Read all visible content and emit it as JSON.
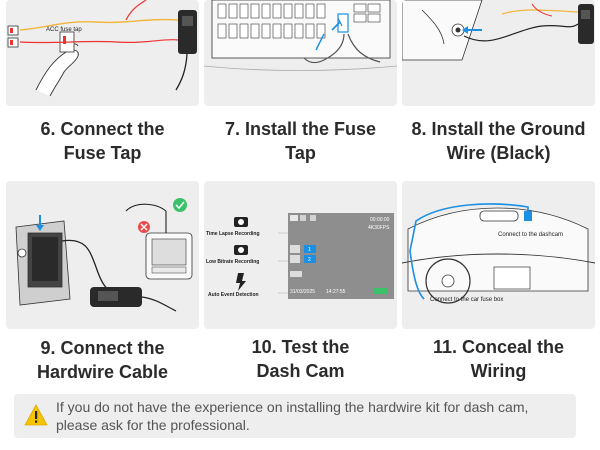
{
  "panels": [
    {
      "caption_line1": "6. Connect the",
      "caption_line2": "Fuse Tap",
      "label": "ACC fuse tap"
    },
    {
      "caption_line1": "7. Install the Fuse",
      "caption_line2": "Tap"
    },
    {
      "caption_line1": "8. Install the Ground",
      "caption_line2": "Wire (Black)"
    },
    {
      "caption_line1": "9. Connect the",
      "caption_line2": "Hardwire Cable"
    },
    {
      "caption_line1": "10. Test the",
      "caption_line2": "Dash Cam",
      "modes": [
        "Time Lapse Recording",
        "Low Bitrate Recording",
        "Auto Event Detection"
      ],
      "screen": {
        "time_counter": "00:00:00",
        "resolution": "4K30FPS",
        "indicator_1": "1",
        "indicator_2": "2",
        "date": "31/03/2025",
        "clock": "14:27:55"
      }
    },
    {
      "caption_line1": "11. Conceal the",
      "caption_line2": "Wiring",
      "label_dashcam": "Connect to the dashcam",
      "label_fusebox": "Connect to the car fuse box"
    }
  ],
  "warning": {
    "icon": "warning-triangle-icon",
    "text": "If you do not have the experience on installing the hardwire kit for dash cam, please ask for the professional."
  },
  "colors": {
    "panel_bg": "#eeeeee",
    "accent_blue": "#1a8fe3",
    "warning_yellow": "#f5c400",
    "screen_bg": "#8e8e8e"
  }
}
